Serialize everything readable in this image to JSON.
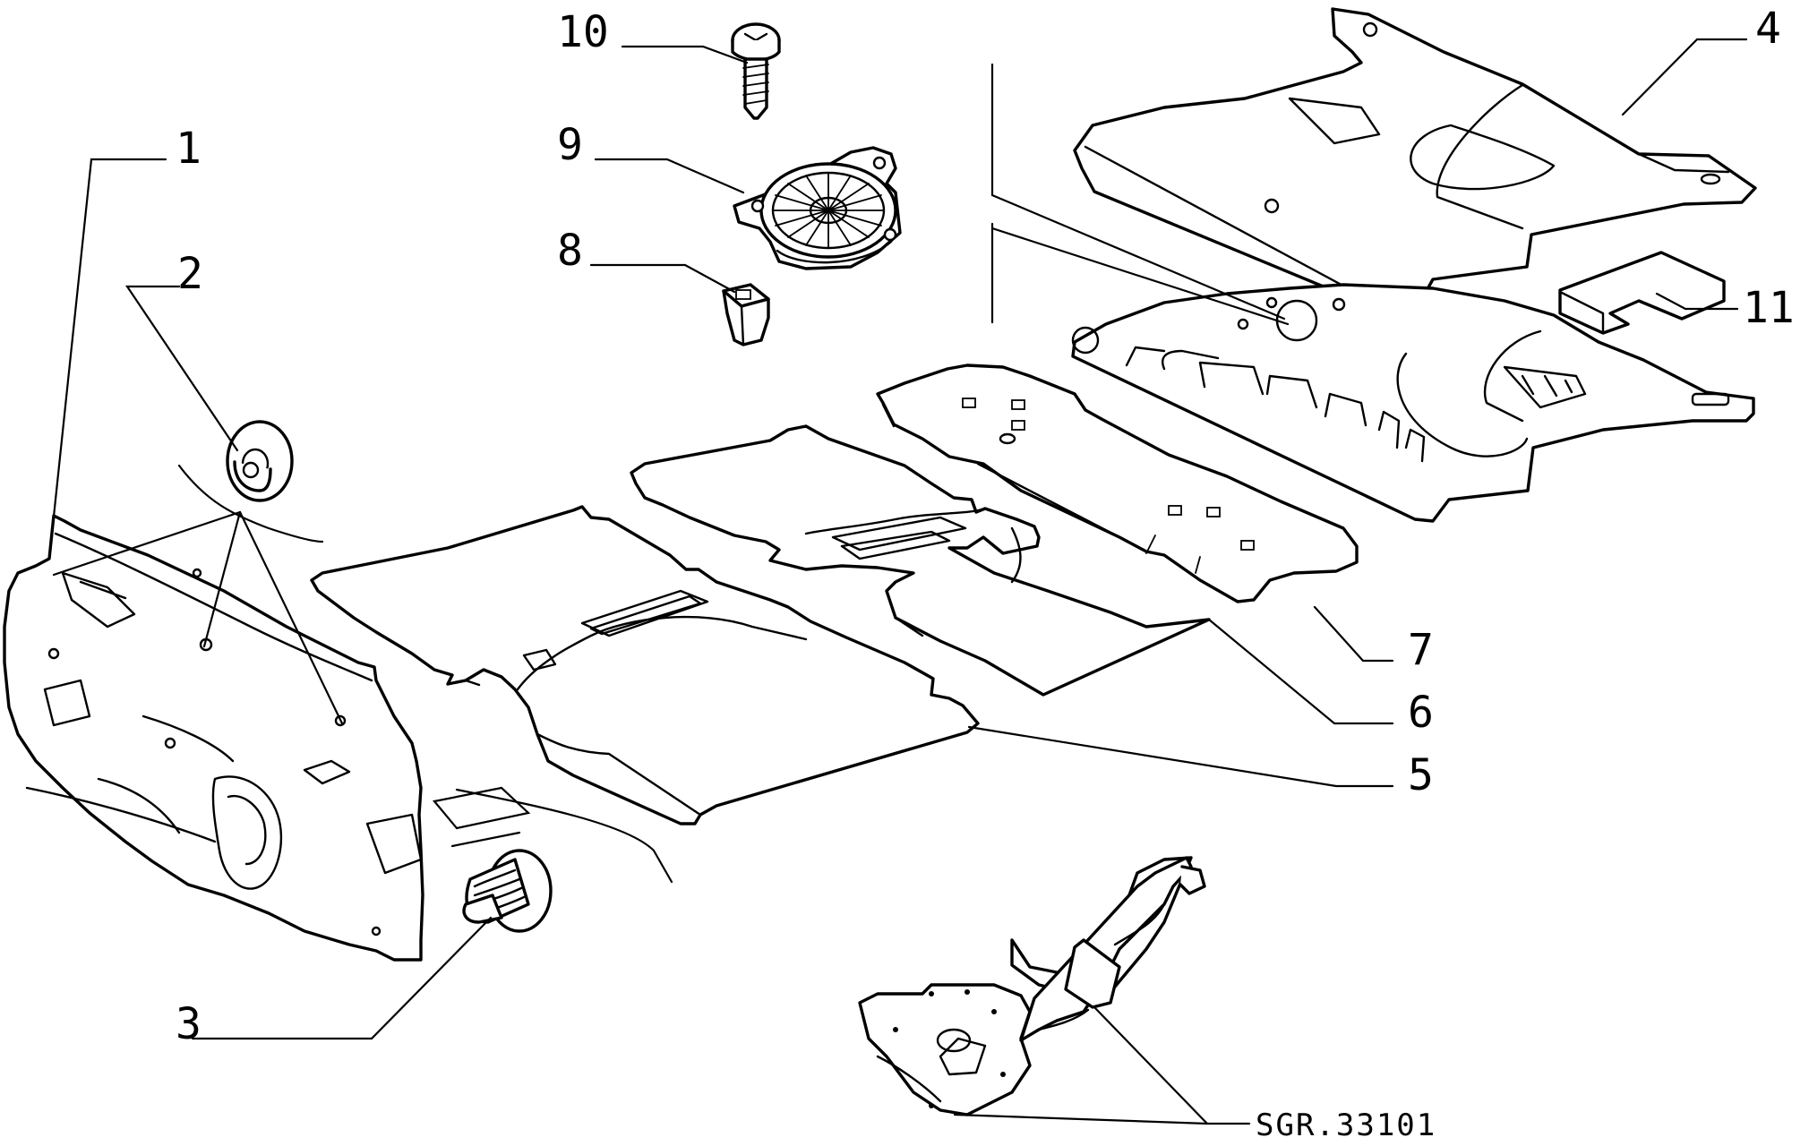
{
  "diagram": {
    "reference_code": "SGR.33101",
    "callouts": [
      {
        "id": "1",
        "label": "1"
      },
      {
        "id": "2",
        "label": "2"
      },
      {
        "id": "3",
        "label": "3"
      },
      {
        "id": "4",
        "label": "4"
      },
      {
        "id": "5",
        "label": "5"
      },
      {
        "id": "6",
        "label": "6"
      },
      {
        "id": "7",
        "label": "7"
      },
      {
        "id": "8",
        "label": "8"
      },
      {
        "id": "9",
        "label": "9"
      },
      {
        "id": "10",
        "label": "10"
      },
      {
        "id": "11",
        "label": "11"
      }
    ]
  }
}
